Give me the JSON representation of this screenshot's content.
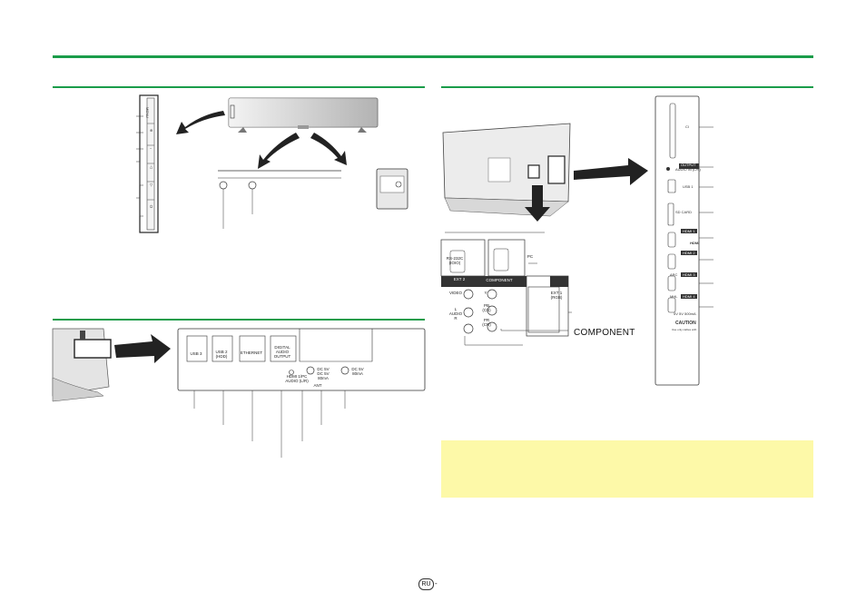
{
  "colors": {
    "accent": "#1a9c4a",
    "note_bg": "#fdf9a8"
  },
  "tv_side_buttons": {
    "power_icon": "power-icon",
    "labels": [
      "MENU",
      "⊕",
      "−",
      "△",
      "▽"
    ]
  },
  "rear_ports": {
    "usb3": "USB 3",
    "usb2": "USB 2\n(HDD)",
    "ethernet": "ETHERNET",
    "digital_audio": "DIGITAL\nAUDIO\nOUTPUT",
    "audio_in": "HDMI 1/PC\nAUDIO (L/R)",
    "ant_dc": "DC 5V\nDC 5V\n80mA",
    "ant": "ANT",
    "sat": "DC 5V\n80mA"
  },
  "bottom_panel": {
    "rs232c": "RS-232C\n(IOIO)",
    "pc": "PC",
    "ext2": "EXT 2",
    "video": "VIDEO",
    "audio": "L\nAUDIO\nR",
    "component_header": "COMPONENT",
    "y": "Y",
    "pb": "PB\n(CB)",
    "pr": "PR\n(CR)",
    "ext1": "EXT 1\n(RGB)"
  },
  "side_panel": {
    "ci": "CI",
    "audio_out": "AUDIO IN (L/R)",
    "audio_out_tag": "OUTPUT",
    "usb1": "USB 1",
    "sd_card": "SD CARD",
    "hdmi1": "HDMI 1",
    "hdmi2": "HDMI 2",
    "hdmi3": "HDMI 3",
    "hdmi4": "HDMI 4",
    "caution_title": "CAUTION",
    "caution_line1": "Use only cables with",
    "hdmi_mark": "HDMI",
    "arc": "ARC",
    "mhl": "MHL",
    "mhl_spec": "5V 5V 500mA"
  },
  "component_callout": "COMPONENT",
  "page_badge": "RU",
  "page_dash": "-"
}
